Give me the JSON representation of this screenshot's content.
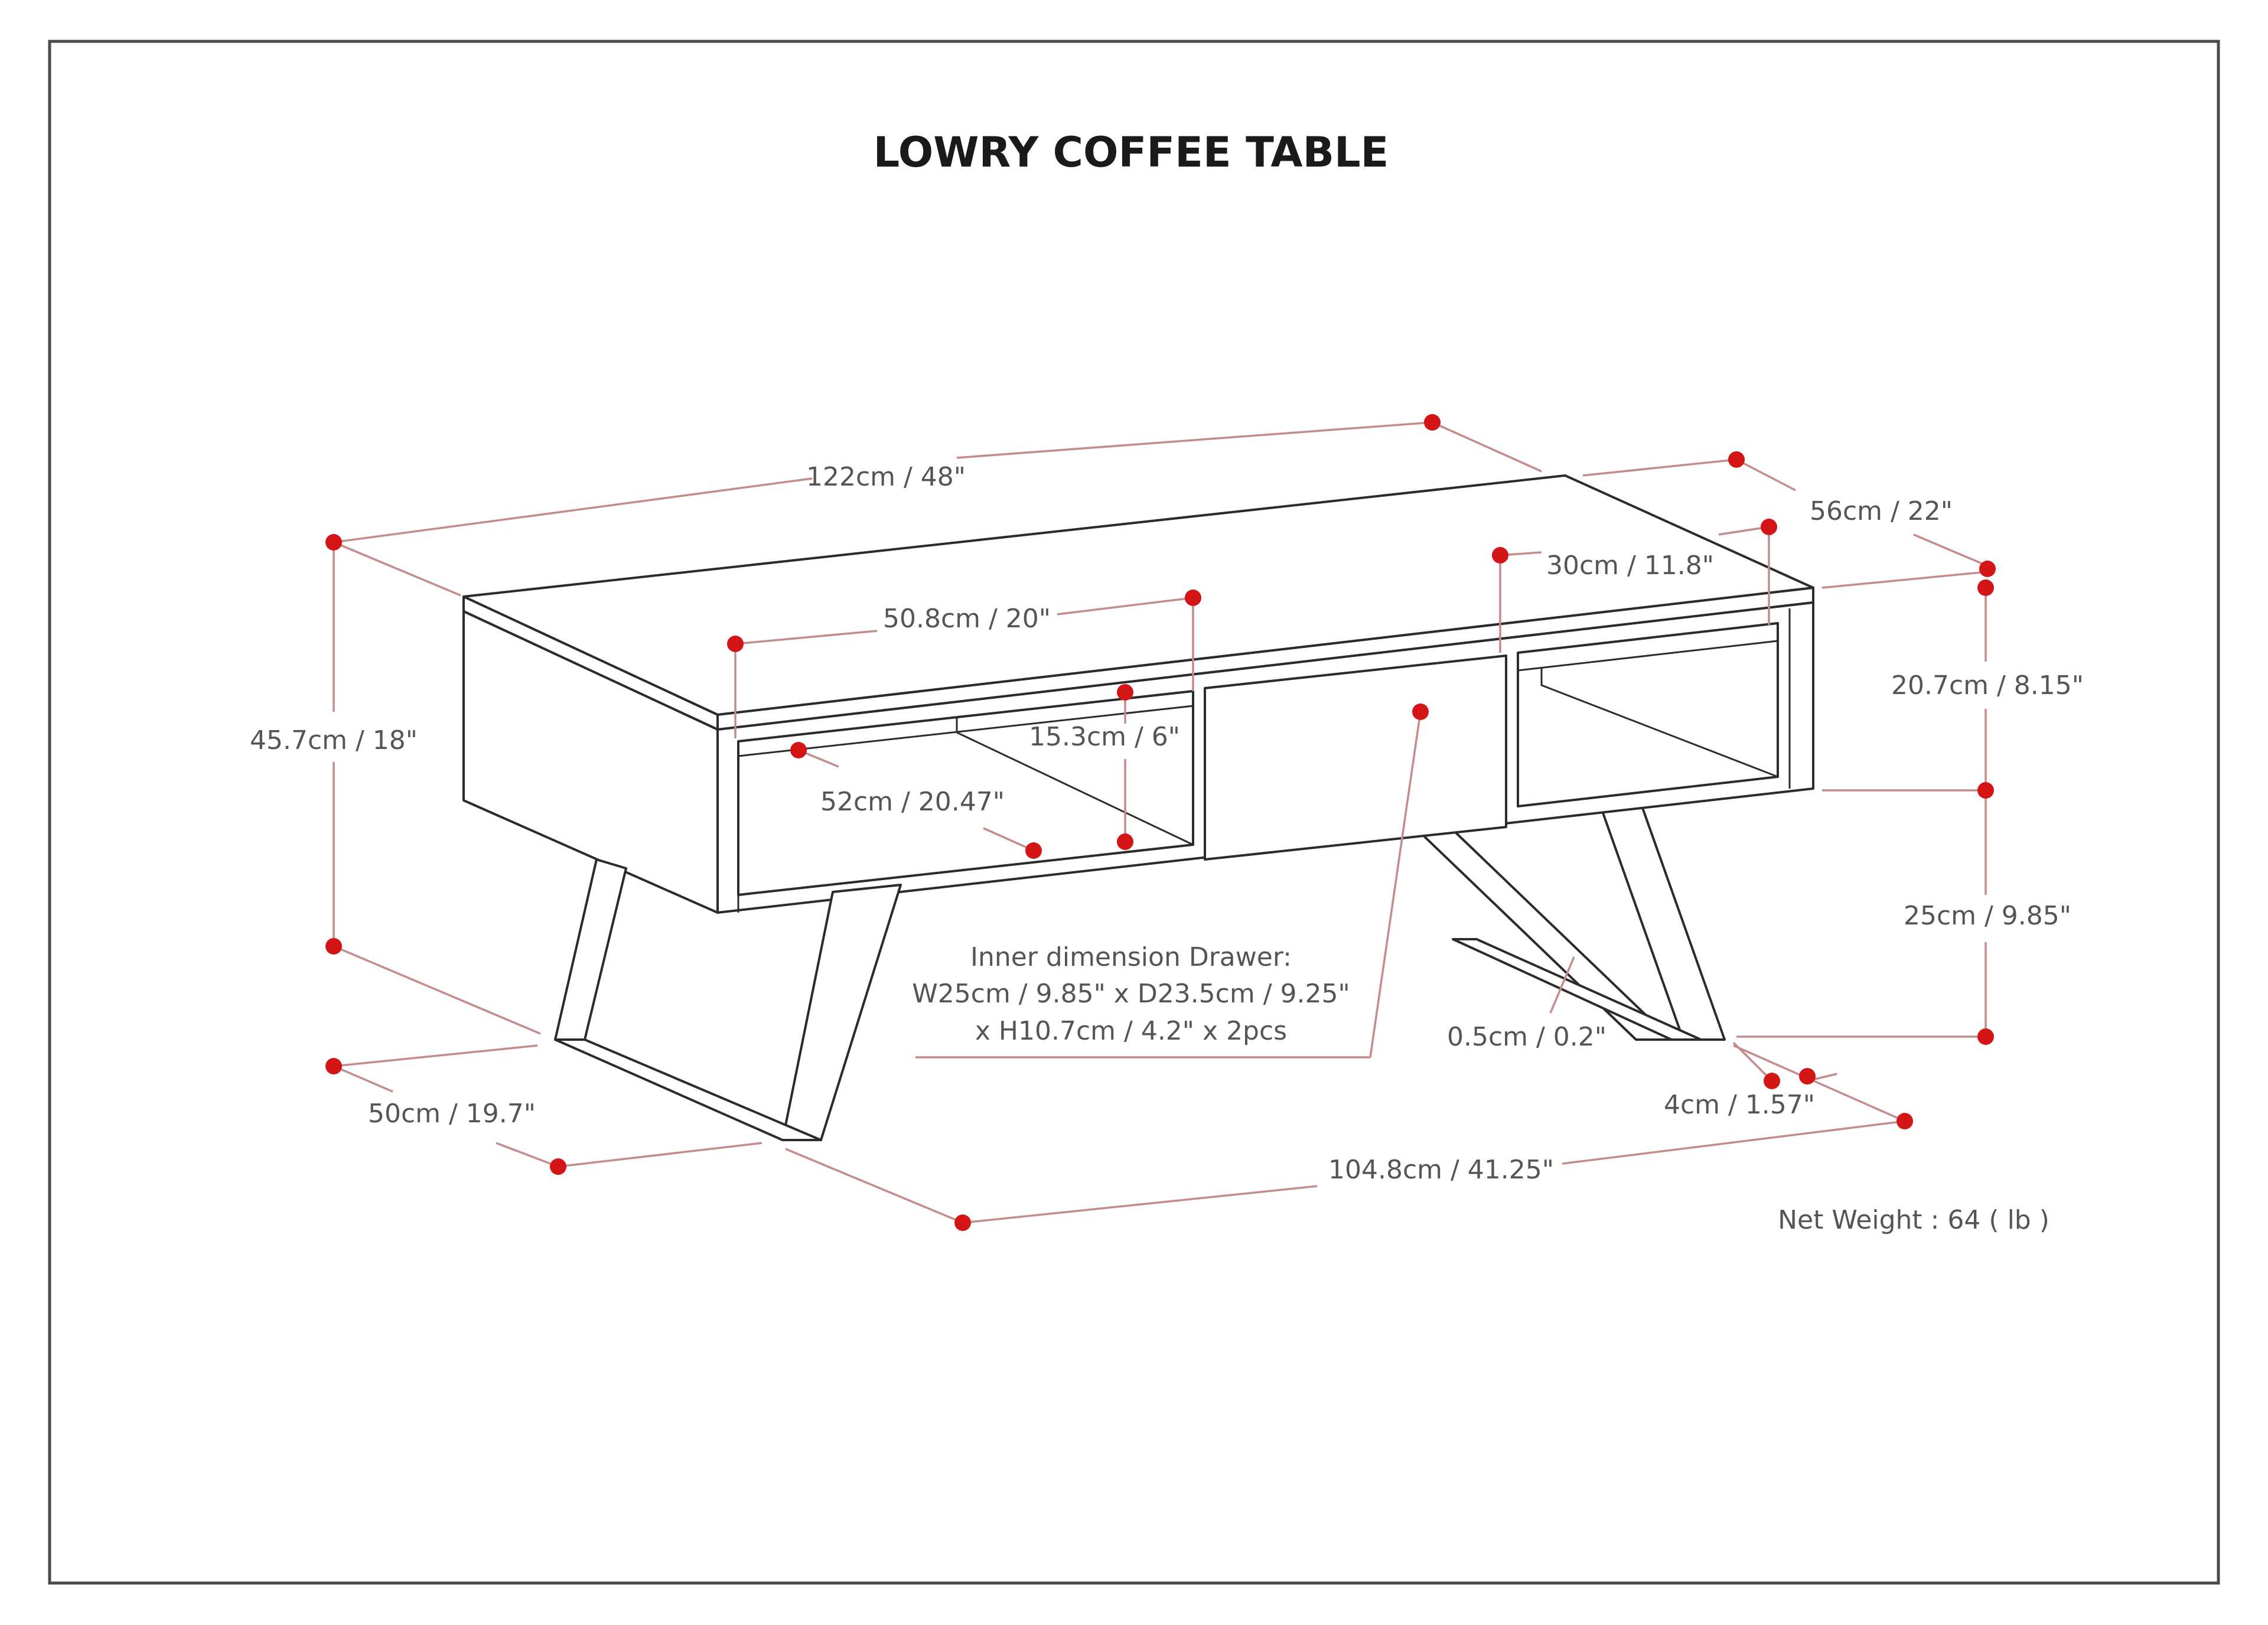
{
  "title": "LOWRY COFFEE TABLE",
  "colors": {
    "accent": "#d31515",
    "dimension_line": "#c58a8a",
    "outline": "#2b2b2b",
    "frame": "#4a4a4a"
  },
  "dimensions": {
    "overall_width": "122cm / 48\"",
    "overall_depth": "56cm / 22\"",
    "overall_height": "45.7cm / 18\"",
    "shelf_width": "50.8cm / 20\"",
    "drawer_width": "30cm / 11.8\"",
    "shelf_depth": "52cm / 20.47\"",
    "shelf_height": "15.3cm / 6\"",
    "top_section_height": "20.7cm / 8.15\"",
    "leg_clearance": "25cm / 9.85\"",
    "leg_depth": "50cm / 19.7\"",
    "leg_span": "104.8cm / 41.25\"",
    "leg_thickness": "0.5cm / 0.2\"",
    "leg_width": "4cm / 1.57\""
  },
  "drawer_note": {
    "line1": "Inner dimension Drawer:",
    "line2": "W25cm / 9.85\" x D23.5cm / 9.25\"",
    "line3": "x H10.7cm / 4.2\" x 2pcs"
  },
  "net_weight": "Net Weight : 64 ( lb )"
}
